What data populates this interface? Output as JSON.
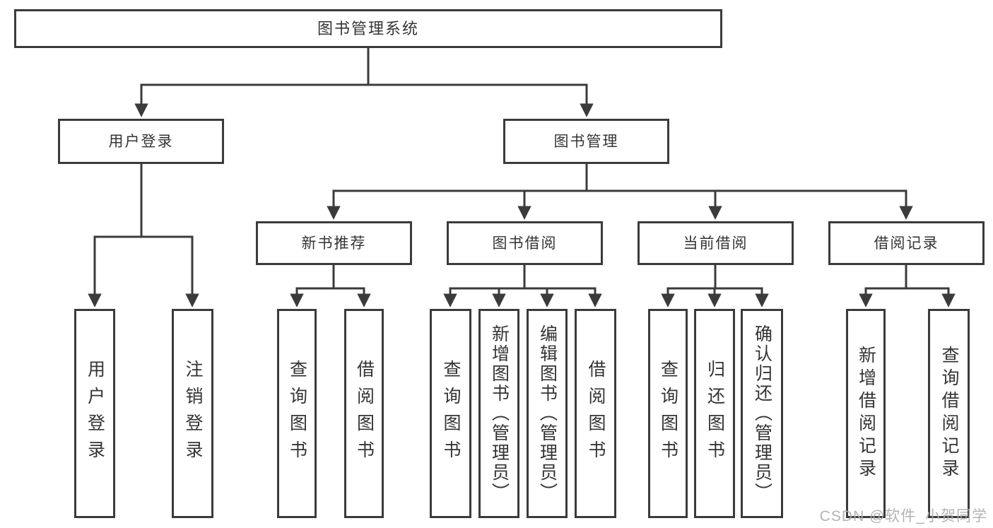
{
  "colors": {
    "line": "#3b3b3b",
    "box_border": "#3b3b3b",
    "text": "#343434",
    "watermark": "#afafaf"
  },
  "watermark": {
    "text": "CSDN @软件_小贺同学"
  },
  "tree": {
    "root": {
      "label": "图书管理系统"
    },
    "branches": [
      {
        "label": "用户登录",
        "leaves": [
          {
            "label": "用户登录"
          },
          {
            "label": "注销登录"
          }
        ]
      },
      {
        "label": "图书管理",
        "groups": [
          {
            "label": "新书推荐",
            "leaves": [
              {
                "label": "查询图书"
              },
              {
                "label": "借阅图书"
              }
            ]
          },
          {
            "label": "图书借阅",
            "leaves": [
              {
                "label": "查询图书"
              },
              {
                "label": "新增图书（管理员）"
              },
              {
                "label": "编辑图书（管理员）"
              },
              {
                "label": "借阅图书"
              }
            ]
          },
          {
            "label": "当前借阅",
            "leaves": [
              {
                "label": "查询图书"
              },
              {
                "label": "归还图书"
              },
              {
                "label": "确认归还（管理员）"
              }
            ]
          },
          {
            "label": "借阅记录",
            "leaves": [
              {
                "label": "新增借阅记录"
              },
              {
                "label": "查询借阅记录"
              }
            ]
          }
        ]
      }
    ]
  }
}
